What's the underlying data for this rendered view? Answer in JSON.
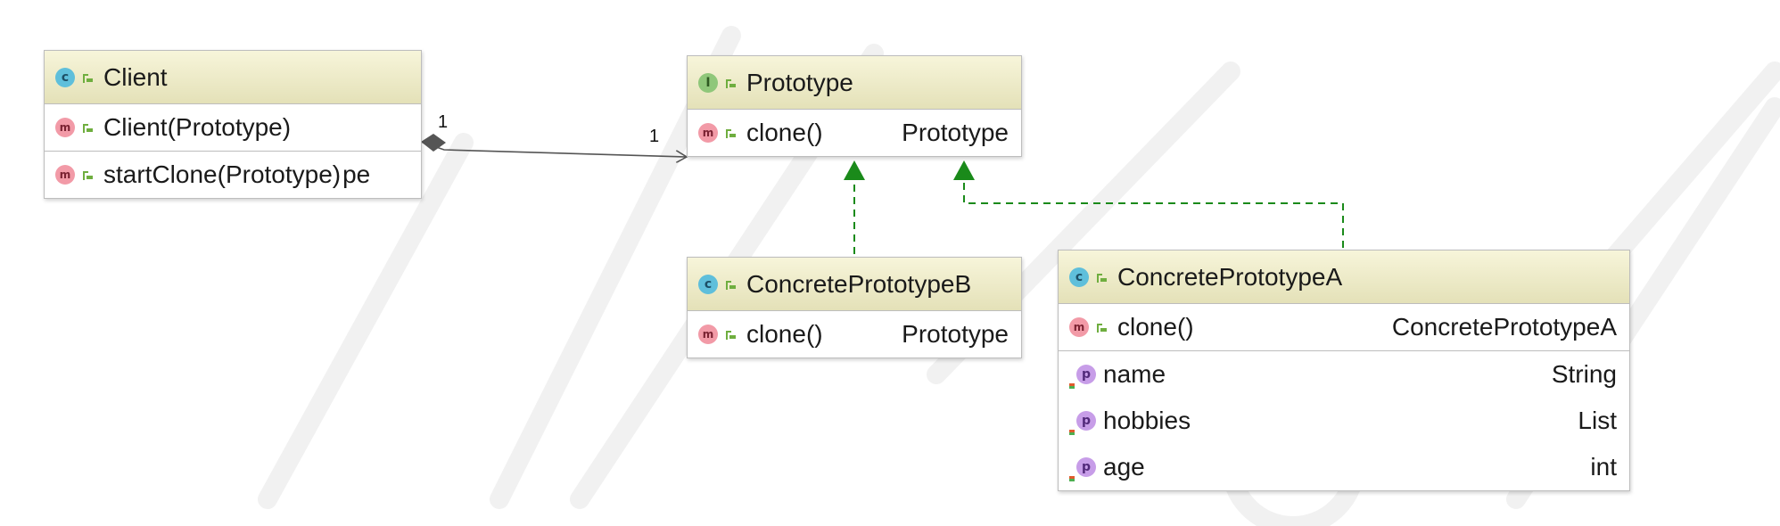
{
  "classes": {
    "client": {
      "name": "Client",
      "kind_badge": "c",
      "methods": [
        {
          "badge": "m",
          "name": "Client(Prototype)",
          "type": ""
        },
        {
          "badge": "m",
          "name": "startClone(Prototype)",
          "type": "pe"
        }
      ]
    },
    "prototype": {
      "name": "Prototype",
      "kind_badge": "I",
      "methods": [
        {
          "badge": "m",
          "name": "clone()",
          "type": "Prototype"
        }
      ]
    },
    "concrete_b": {
      "name": "ConcretePrototypeB",
      "kind_badge": "c",
      "methods": [
        {
          "badge": "m",
          "name": "clone()",
          "type": "Prototype"
        }
      ]
    },
    "concrete_a": {
      "name": "ConcretePrototypeA",
      "kind_badge": "c",
      "methods": [
        {
          "badge": "m",
          "name": "clone()",
          "type": "ConcretePrototypeA"
        }
      ],
      "fields": [
        {
          "badge": "p",
          "name": "name",
          "type": "String"
        },
        {
          "badge": "p",
          "name": "hobbies",
          "type": "List"
        },
        {
          "badge": "p",
          "name": "age",
          "type": "int"
        }
      ]
    }
  },
  "association": {
    "source_multiplicity": "1",
    "target_multiplicity": "1"
  },
  "colors": {
    "header_bg": "#e4e1b8",
    "realization_arrow": "#1a8a1a",
    "association_line": "#555555"
  }
}
